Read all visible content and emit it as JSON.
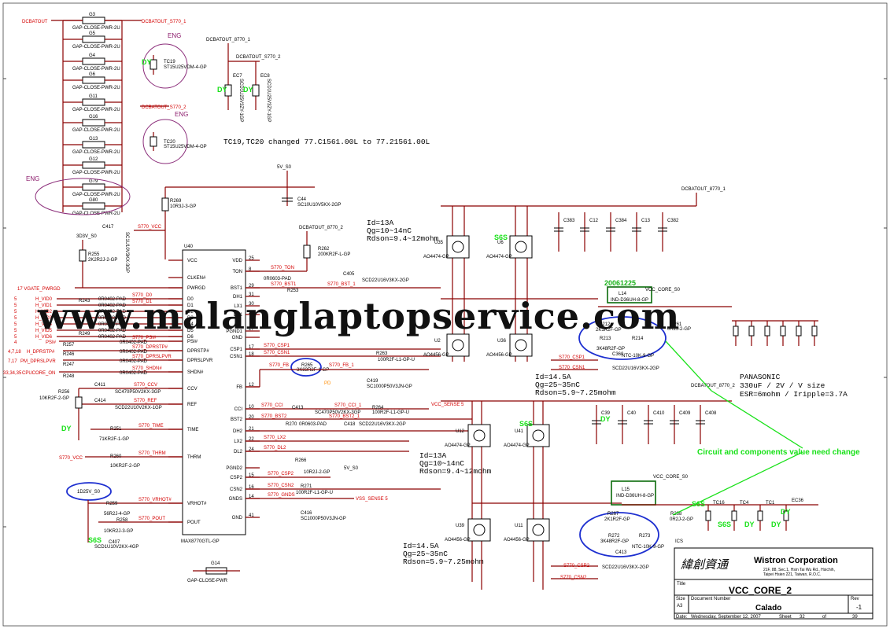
{
  "nets": {
    "dcbatout": "DCBATOUT",
    "dcbatout_s8770_1": "DCBATOUT_S770_1",
    "dcbatout_s8770_2": "DCBATOUT_S770_2",
    "dcbatout_8770_1_top": "DCBATOUT_8770_1",
    "dcbatout_8770_2_top": "DCBATOUT_8770_2",
    "dcbatout_8770_1_r": "DCBATOUT_8770_1",
    "dcbatout_8770_2_r": "DCBATOUT_8770_2",
    "dcbatout_s8770_2b": "DCBATOUT_S770_2",
    "dcbatout_8770_2_mid": "DCBATOUT_8770_2",
    "v5_s0": "5V_S0",
    "v3d3_s0": "3D3V_S0",
    "vcc_core_s0_a": "VCC_CORE_S0",
    "vcc_core_s0_b": "VCC_CORE_S0",
    "vcc_sense": "VCC_SENSE  5",
    "vss_sense": "VSS_SENSE  5",
    "v5_s0b": "5V_S0",
    "d1d25v_s0": "1D25V_S0"
  },
  "gaps": [
    "G3",
    "GAP-CLOSE-PWR-2U",
    "G5",
    "GAP-CLOSE-PWR-2U",
    "G4",
    "GAP-CLOSE-PWR-2U",
    "G6",
    "GAP-CLOSE-PWR-2U",
    "G11",
    "GAP-CLOSE-PWR-2U",
    "G16",
    "GAP-CLOSE-PWR-2U",
    "G13",
    "GAP-CLOSE-PWR-2U",
    "G12",
    "GAP-CLOSE-PWR-2U",
    "G79",
    "GAP-CLOSE-PWR-2U",
    "G80",
    "GAP-CLOSE-PWR-2U"
  ],
  "caps": {
    "tc19": "TC19",
    "tc19_val": "ST15U25VDM-4-GP",
    "tc20": "TC20",
    "tc20_val": "ST15U25VDM-4-GP",
    "ec7": "EC7",
    "ec8": "EC8",
    "ec_val": "SCD1U25V3ZY-1GP",
    "c44": "C44",
    "c44_val": "SC10U10V5KX-2GP",
    "c417": "C417",
    "c417_val": "SC1U10V3KX-3GP",
    "c405": "C405",
    "c405_val": "SCD22U16V3KX-2GP",
    "c419": "C419",
    "c419_val": "SC1000P50V3JN-GP",
    "c416": "C416",
    "c416_val": "SC1000P50V3JN-GP",
    "c418": "C418",
    "c418_val": "SCD22U16V3KX-2GP",
    "c413": "C413",
    "c413_val": "SCD22U16V3KX-2GP",
    "c360": "C360",
    "c360_val": "SCD22U16V3KX-2GP",
    "c407": "C407",
    "c407_val": "SCD1U10V2KX-4GP",
    "c411": "C411",
    "c411_val": "SC470P50V2KX-3GP",
    "c414": "C414",
    "c414_val": "SCD22U10V2KX-1GP",
    "c383": "C383",
    "c12": "C12",
    "c384": "C384",
    "c13": "C13",
    "c382": "C382",
    "c39": "C39",
    "c40": "C40",
    "c410": "C410",
    "c409": "C409",
    "c408": "C408",
    "tc16": "TC16",
    "tc4": "TC4",
    "tc1": "TC1",
    "ec36": "EC36",
    "c413b": "C413",
    "c413b_val": "SC470P50V2KX-3GP"
  },
  "ic": {
    "ref": "U40",
    "part": "MAX8770GTL-GP",
    "left_pins": [
      "VCC",
      "CLKEN#",
      "PWRGD",
      "D0",
      "D1",
      "D2",
      "D3",
      "D4",
      "D5",
      "D6",
      "PSI#",
      "DPRSTP#",
      "DPRSLPVR",
      "SHDN#",
      "CCV",
      "REF",
      "TIME",
      "THRM",
      "VRHOT#",
      "POUT"
    ],
    "right_pins": [
      "VDD",
      "TON",
      "BST1",
      "DH1",
      "LX1",
      "DL1",
      "PGND1",
      "GND",
      "CSP1",
      "CSN1",
      "FB",
      "CCI",
      "BST2",
      "DH2",
      "LX2",
      "DL2",
      "PGND2",
      "CSP2",
      "CSN2",
      "GNDS",
      "GND"
    ],
    "right_nums": [
      "25",
      "8",
      "29",
      "31",
      "30",
      "28",
      "27",
      "",
      "17",
      "18",
      "12",
      "10",
      "20",
      "21",
      "22",
      "24",
      "",
      "15",
      "16",
      "14",
      "41"
    ]
  },
  "inputs": {
    "vgate": "17  VGATE_PWRGD",
    "hvid": [
      "H_VID0",
      "H_VID1",
      "H_VID2",
      "H_VID3",
      "H_VID4",
      "H_VID5",
      "H_VID6"
    ],
    "hvid_page": "5",
    "psi": "PSI#",
    "psi_page": "4",
    "dprstp": "H_DPRSTP#",
    "dprstp_page": "4,7,18",
    "dprslpvr": "PM_DPRSLPVR",
    "dprslpvr_page": "7,17",
    "cpucore": "CPUCORE_ON",
    "cpucore_page": "33,34,35",
    "s770_vcc": "S770_VCC"
  },
  "resistors": {
    "r269": "R269",
    "r269_val": "10R3J-3-GP",
    "r255": "R255",
    "r255_val": "2K2R2J-2-GP",
    "r262": "R262",
    "r262_val": "200KR2F-L-GP",
    "r243": "R243",
    "r249": "R249",
    "r257": "R257",
    "r246": "R246",
    "r247": "R247",
    "r248": "R248",
    "pad": "0R0402-PAD",
    "r263": "R263",
    "r263_val": "100R2F-L1-GP-U",
    "r265": "R265",
    "r265_val": "3K83R2F-1-GP",
    "r264": "R264",
    "r264_val": "100R2F-L1-GP-U",
    "r270": "R270",
    "r270_val": "0R0603-PAD",
    "r266": "R266",
    "r266_val": "10R2J-2-GP",
    "r271": "R271",
    "r271_val": "100R2F-L1-GP-U",
    "r256": "R256",
    "r256_val": "10KR2F-2-GP",
    "r251": "R251",
    "r251_val": "71KR2F-1-GP",
    "r260": "R260",
    "r260_val": "10KR2F-2-GP",
    "r259": "R259",
    "r259_val": "56R2J-4-GP",
    "r258": "R258",
    "r258_val": "10KR2J-3-GP",
    "r212": "R212",
    "r212_val": "2K1R2F-GP",
    "r213": "R213",
    "r213_val": "3K48R2F-GP",
    "r214": "R214",
    "r214_val": "NTC-10K-9-GP",
    "r267": "R267",
    "r267_val": "2K1R2F-GP",
    "r272": "R272",
    "r272_val": "3K48R2F-GP",
    "r273": "R273",
    "r273_val": "NTC-10K-9-GP",
    "r261": "R261",
    "r261_val": "0R2J-2-GP",
    "r268": "R268",
    "r268_val": "0R2J-2-GP",
    "r253": "R253",
    "r253_val": "0R0603-PAD"
  },
  "signals": {
    "s770_ton": "S770_TON",
    "s770_bst1": "S770_BST1",
    "s770_bst1b": "S770_BST_1",
    "s770_d0": "S770_D0",
    "s770_d1": "S770_D1",
    "s770_psi": "S770_PSI#",
    "s770_dprstp": "S770_DPRSTP#",
    "s770_dprslpvr": "S770_DPRSLPVR",
    "s770_shdn": "S770_SHDN#",
    "s770_ccv": "S770_CCV",
    "s770_ref": "S770_REF",
    "s770_time": "S770_TIME",
    "s770_thrm": "S770_THRM",
    "s770_vrhot": "S770_VRHOT#",
    "s770_pout": "S770_POUT",
    "s770_csp1": "S770_CSP1",
    "s770_csn1": "S770_CSN1",
    "s770_fb": "S770_FB",
    "s770_fb1": "S770_FB_1",
    "s770_cci": "S770_CCI",
    "s770_cci1": "S770_CCI_1",
    "s770_bst2": "S770_BST2",
    "s770_bst21": "S770_BST2_1",
    "s770_lx2": "S770_LX2",
    "s770_dl2": "S770_DL2",
    "s770_csp2": "S770_CSP2",
    "s770_csn2": "S770_CSN2",
    "s770_gnds": "S770_GNDS",
    "s770_csp1b": "S770_CSP1",
    "s770_csn1b": "S770_CSN1",
    "s770_csp2b": "S770_CSP2",
    "s770_csn2b": "S770_CSN2",
    "s770_csp2c": "S770_CSP2"
  },
  "mosfets": [
    {
      "ref": "U35",
      "part": "AO4474-GP"
    },
    {
      "ref": "U6",
      "part": "AO4474-GP"
    },
    {
      "ref": "U2",
      "part": "AO4456-GP"
    },
    {
      "ref": "U36",
      "part": "AO4456-GP"
    },
    {
      "ref": "U12",
      "part": "AO4474-GP"
    },
    {
      "ref": "U41",
      "part": "AO4474-GP"
    },
    {
      "ref": "U39",
      "part": "AO4456-GP"
    },
    {
      "ref": "U11",
      "part": "AO4456-GP"
    }
  ],
  "inductors": {
    "l14": "L14",
    "l14_val": "IND-D36UH-8-GP",
    "l15": "L15",
    "l15_val": "IND-D36UH-8-GP"
  },
  "gap_bottom": {
    "ref": "G14",
    "part": "GAP-CLOSE-PWR"
  },
  "notes": {
    "tc_change": "TC19,TC20 changed 77.C1561.00L to 77.21561.00L",
    "id1": "Id=13A",
    "qg1": "Qg=10~14nC",
    "rds1": "Rdson=9.4~12mohm",
    "id2": "Id=14.5A",
    "qg2": "Qg=25~35nC",
    "rds2": "Rdson=5.9~7.25mohm",
    "id3": "Id=13A",
    "qg3": "Qg=10~14nC",
    "rds3": "Rdson=9.4~12mohm",
    "id4": "Id=14.5A",
    "qg4": "Qg=25~35nC",
    "rds4": "Rdson=5.9~7.25mohm",
    "panasonic": "PANASONIC",
    "pan_line1": "330uF / 2V / V size",
    "pan_line2": "ESR=6mohm / Iripple=3.7A",
    "date_tag": "20061225",
    "change_note": "Circuit and components value need change",
    "eng1": "ENG",
    "eng2": "ENG",
    "eng3": "ENG",
    "pd": "PD",
    "ics": "ICS"
  },
  "green_marks": [
    "DY",
    "DY",
    "DY",
    "DY",
    "S6S",
    "S6S",
    "DY",
    "S6S",
    "S6S",
    "S6S",
    "DY",
    "DY",
    "DY"
  ],
  "watermark": "www.malanglaptopservice.com",
  "title_block": {
    "chinese": "緯創資通",
    "company": "Wistron Corporation",
    "addr1": "21F, 88, Sec.1, Hsin Tai Wu Rd., Hsichih,",
    "addr2": "Taipei Hsien 221, Taiwan, R.O.C.",
    "title_label": "Title",
    "title": "VCC_CORE_2",
    "size_label": "Size",
    "size": "A3",
    "docnum_label": "Document Number",
    "docnum": "Calado",
    "rev_label": "Rev",
    "rev": "-1",
    "date_label": "Date:",
    "date": "Wednesday, September 12, 2007",
    "sheet_label": "Sheet",
    "sheet": "32",
    "of_label": "of",
    "of": "39"
  },
  "colors": {
    "wire": "#8b0000",
    "net": "#d40000",
    "highlight": "#1d2fd0",
    "note_green": "#19e119",
    "box_green": "#0a6b0a"
  }
}
